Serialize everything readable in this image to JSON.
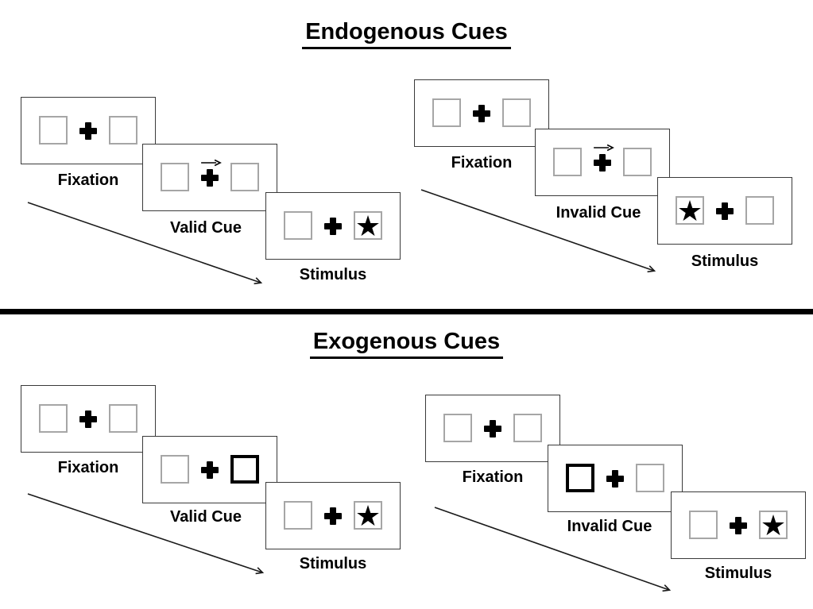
{
  "sections": [
    {
      "title": "Endogenous Cues",
      "groups": [
        {
          "cue_validity": "valid",
          "cue_style": "central-arrow-pointing-right",
          "target_side": "right",
          "sequence": [
            {
              "label": "Fixation"
            },
            {
              "label": "Valid Cue"
            },
            {
              "label": "Stimulus"
            }
          ]
        },
        {
          "cue_validity": "invalid",
          "cue_style": "central-arrow-pointing-right",
          "target_side": "left",
          "sequence": [
            {
              "label": "Fixation"
            },
            {
              "label": "Invalid Cue"
            },
            {
              "label": "Stimulus"
            }
          ]
        }
      ]
    },
    {
      "title": "Exogenous Cues",
      "groups": [
        {
          "cue_validity": "valid",
          "cue_style": "peripheral-box-highlight-right",
          "target_side": "right",
          "sequence": [
            {
              "label": "Fixation"
            },
            {
              "label": "Valid Cue"
            },
            {
              "label": "Stimulus"
            }
          ]
        },
        {
          "cue_validity": "invalid",
          "cue_style": "peripheral-box-highlight-left",
          "target_side": "right",
          "sequence": [
            {
              "label": "Fixation"
            },
            {
              "label": "Invalid Cue"
            },
            {
              "label": "Stimulus"
            }
          ]
        }
      ]
    }
  ],
  "symbols": {
    "star": "★",
    "fixation_cross": "+"
  }
}
